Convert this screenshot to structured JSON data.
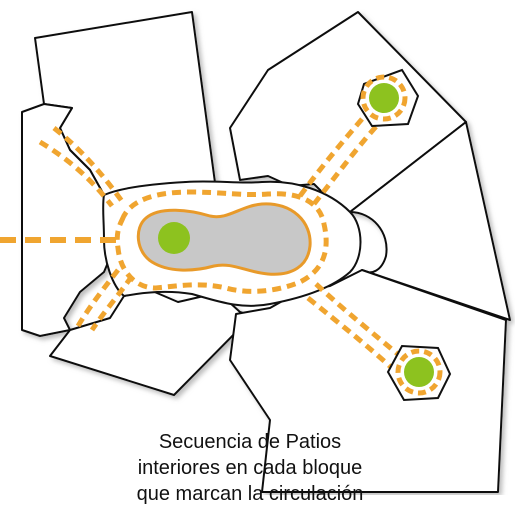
{
  "caption": {
    "line1": "Secuencia de Patios",
    "line2": "interiores en cada bloque",
    "line3": "que marcan la circulación"
  },
  "colors": {
    "outline": "#111111",
    "circulation": "#F0A530",
    "circulation_dash_border": "#8A5A10",
    "patio_fill": "#C8C8C8",
    "patio_border": "#E89A2A",
    "tree": "#8DC21F",
    "block_fill": "#FFFFFF",
    "shadow": "#999999"
  },
  "icons": {
    "tree_marker": "green-circle",
    "central_patio": "grey-blob"
  }
}
